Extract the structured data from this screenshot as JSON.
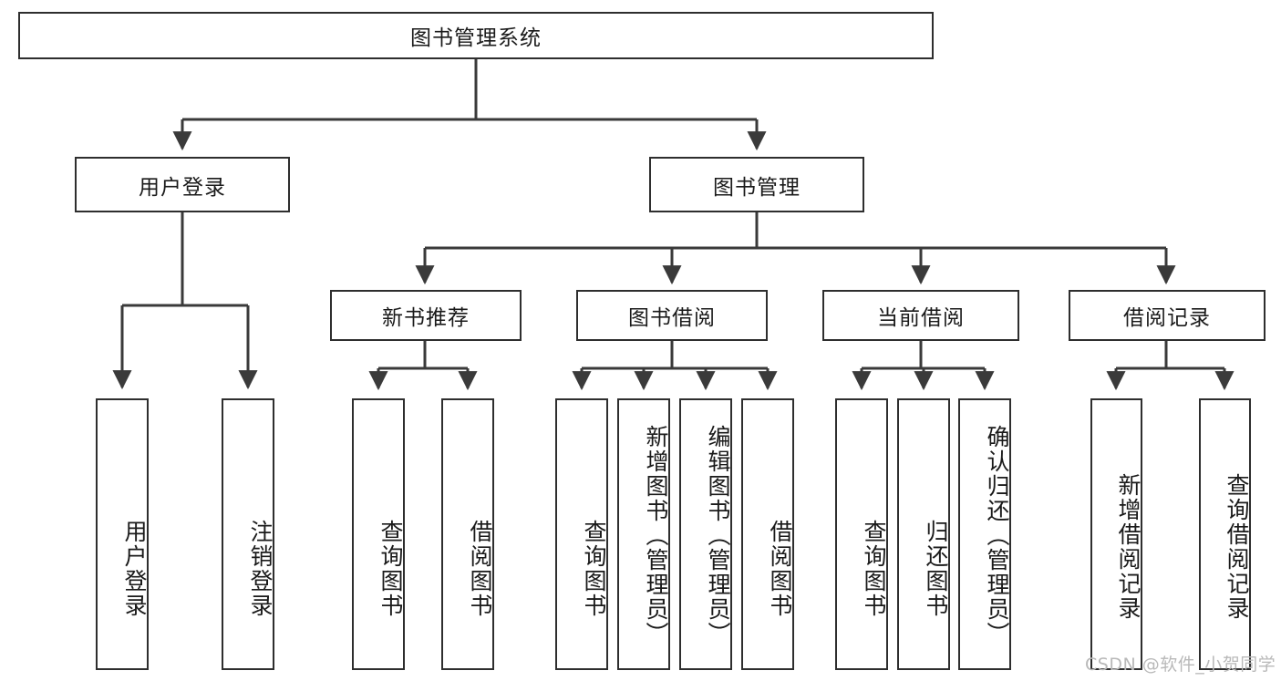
{
  "diagram": {
    "title": "图书管理系统",
    "type": "tree-hierarchy",
    "watermark": "CSDN @软件_小贺同学",
    "colors": {
      "box_stroke": "#2e2e2e",
      "box_fill": "#ffffff",
      "edge": "#3a3a3a",
      "text": "#1a1a1a",
      "watermark": "#b9b9b9"
    }
  },
  "nodes": {
    "root": {
      "label": "图书管理系统",
      "level": 1,
      "orientation": "horizontal"
    },
    "level2": [
      {
        "id": "user-login",
        "label": "用户登录",
        "orientation": "horizontal"
      },
      {
        "id": "book-manage",
        "label": "图书管理",
        "orientation": "horizontal"
      }
    ],
    "level3": [
      {
        "id": "new-book-recommend",
        "label": "新书推荐",
        "orientation": "horizontal",
        "parent": "book-manage"
      },
      {
        "id": "book-borrow",
        "label": "图书借阅",
        "orientation": "horizontal",
        "parent": "book-manage"
      },
      {
        "id": "current-borrow",
        "label": "当前借阅",
        "orientation": "horizontal",
        "parent": "book-manage"
      },
      {
        "id": "borrow-record",
        "label": "借阅记录",
        "orientation": "horizontal",
        "parent": "book-manage"
      }
    ],
    "leaves": [
      {
        "id": "leaf-user-login",
        "label": "用户登录",
        "parent": "user-login",
        "orientation": "vertical"
      },
      {
        "id": "leaf-user-logout",
        "label": "注销登录",
        "parent": "user-login",
        "orientation": "vertical"
      },
      {
        "id": "leaf-query-book-1",
        "label": "查询图书",
        "parent": "new-book-recommend",
        "orientation": "vertical"
      },
      {
        "id": "leaf-borrow-book-1",
        "label": "借阅图书",
        "parent": "new-book-recommend",
        "orientation": "vertical"
      },
      {
        "id": "leaf-query-book-2",
        "label": "查询图书",
        "parent": "book-borrow",
        "orientation": "vertical"
      },
      {
        "id": "leaf-add-book",
        "label": "新增图书（管理员）",
        "parent": "book-borrow",
        "orientation": "vertical"
      },
      {
        "id": "leaf-edit-book",
        "label": "编辑图书（管理员）",
        "parent": "book-borrow",
        "orientation": "vertical"
      },
      {
        "id": "leaf-borrow-book-2",
        "label": "借阅图书",
        "parent": "book-borrow",
        "orientation": "vertical"
      },
      {
        "id": "leaf-query-book-3",
        "label": "查询图书",
        "parent": "current-borrow",
        "orientation": "vertical"
      },
      {
        "id": "leaf-return-book",
        "label": "归还图书",
        "parent": "current-borrow",
        "orientation": "vertical"
      },
      {
        "id": "leaf-confirm-return",
        "label": "确认归还（管理员）",
        "parent": "current-borrow",
        "orientation": "vertical"
      },
      {
        "id": "leaf-add-record",
        "label": "新增借阅记录",
        "parent": "borrow-record",
        "orientation": "vertical"
      },
      {
        "id": "leaf-query-record",
        "label": "查询借阅记录",
        "parent": "borrow-record",
        "orientation": "vertical"
      }
    ]
  }
}
